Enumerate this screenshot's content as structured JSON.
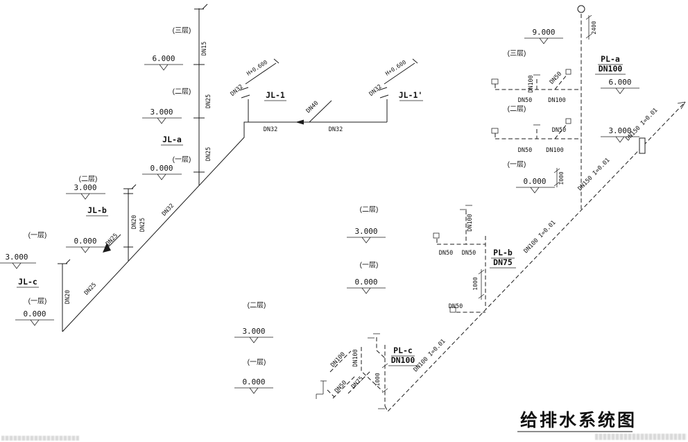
{
  "title": "给排水系统图",
  "floors": {
    "f3": "(三层)",
    "f2": "(二层)",
    "f1": "(一层)"
  },
  "elevations": {
    "e9": "9.000",
    "e6": "6.000",
    "e3": "3.000",
    "e0": "0.000"
  },
  "risers": {
    "jl1": "JL-1",
    "jl1p": "JL-1'",
    "jla": "JL-a",
    "jlb": "JL-b",
    "jlc": "JL-c",
    "pla": "PL-a",
    "pla_size": "DN100",
    "plb": "PL-b",
    "plb_size": "DN75",
    "plc": "PL-c",
    "plc_size": "DN100"
  },
  "pipes": {
    "dn15": "DN15",
    "dn20": "DN20",
    "dn25": "DN25",
    "dn32": "DN32",
    "dn40": "DN40",
    "dn50": "DN50",
    "dn75": "DN75",
    "dn100": "DN100"
  },
  "slopes": {
    "dn150": "DN150 I=0.01",
    "dn100": "DN100 I=0.01"
  },
  "annotations": {
    "spout_height": "H+0.600",
    "dim_2400": "2400",
    "dim_1000": "1000"
  }
}
